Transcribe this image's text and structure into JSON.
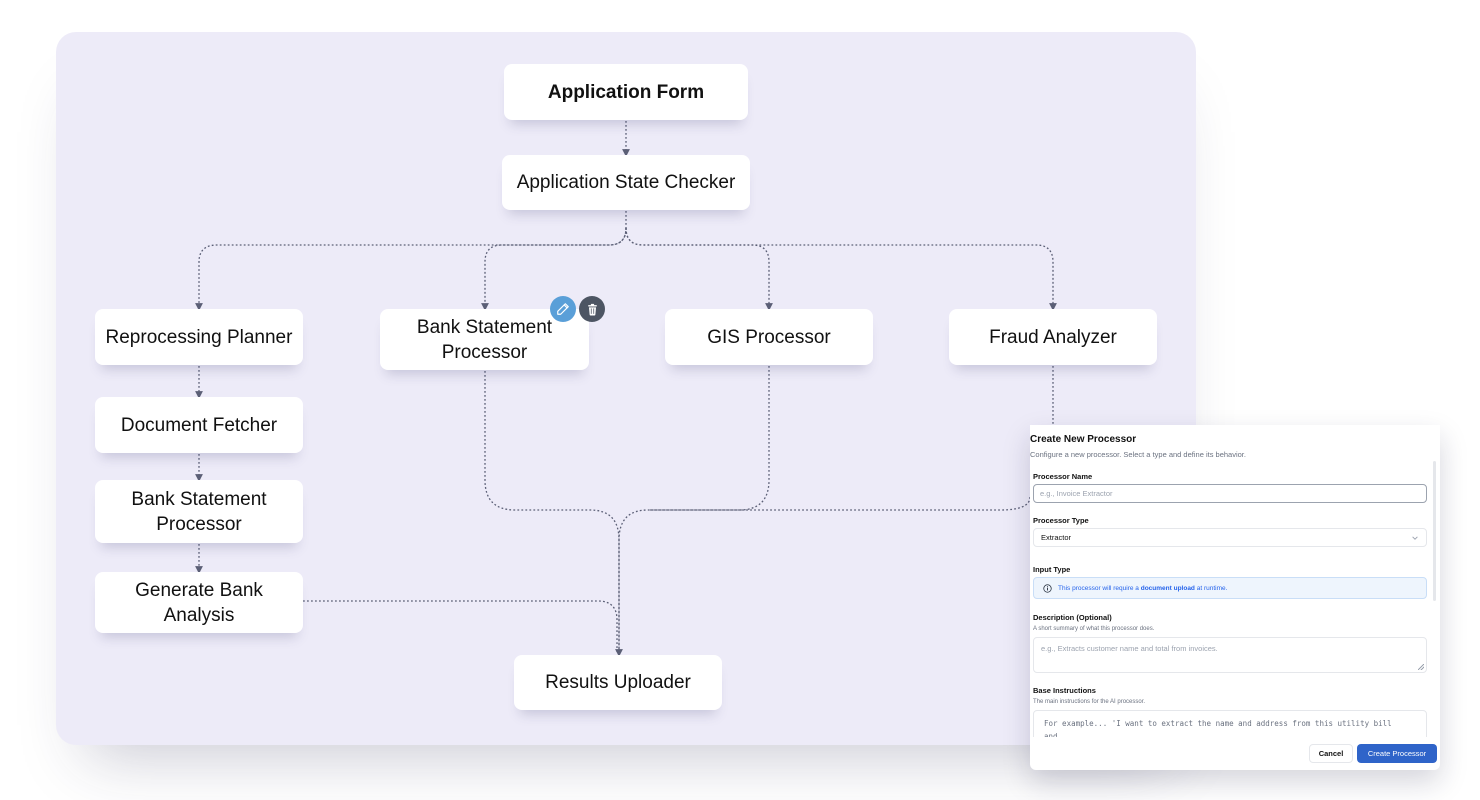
{
  "workflow": {
    "nodes": {
      "application_form": "Application Form",
      "application_state_checker": "Application State Checker",
      "reprocessing_planner": "Reprocessing Planner",
      "bank_statement_processor": "Bank Statement Processor",
      "gis_processor": "GIS Processor",
      "fraud_analyzer": "Fraud Analyzer",
      "document_fetcher": "Document Fetcher",
      "bank_statement_processor_2": "Bank Statement Processor",
      "generate_bank_analysis": "Generate Bank Analysis",
      "results_uploader": "Results Uploader"
    },
    "node_action_icons": [
      "pencil-icon",
      "trash-icon"
    ]
  },
  "modal": {
    "title": "Create New Processor",
    "subtitle": "Configure a new processor. Select a type and define its behavior.",
    "processor_name": {
      "label": "Processor Name",
      "value": "",
      "placeholder": "e.g., Invoice Extractor"
    },
    "processor_type": {
      "label": "Processor Type",
      "selected": "Extractor"
    },
    "input_type": {
      "label": "Input Type",
      "info_prefix": "This processor will require a ",
      "info_bold": "document upload",
      "info_suffix": " at runtime."
    },
    "description": {
      "label": "Description (Optional)",
      "help": "A short summary of what this processor does.",
      "placeholder": "e.g., Extracts customer name and total from invoices."
    },
    "base_instructions": {
      "label": "Base Instructions",
      "help": "The main instructions for the AI processor.",
      "placeholder": "For example... 'I want to extract the name and address from this utility bill and..."
    },
    "buttons": {
      "cancel": "Cancel",
      "create": "Create Processor"
    }
  },
  "colors": {
    "canvas_bg": "#edebf8",
    "edge": "#5b5f76",
    "primary_button": "#2f64c9",
    "edit_button": "#5a9fd8",
    "delete_button": "#4d5563",
    "info_text": "#2563eb"
  }
}
